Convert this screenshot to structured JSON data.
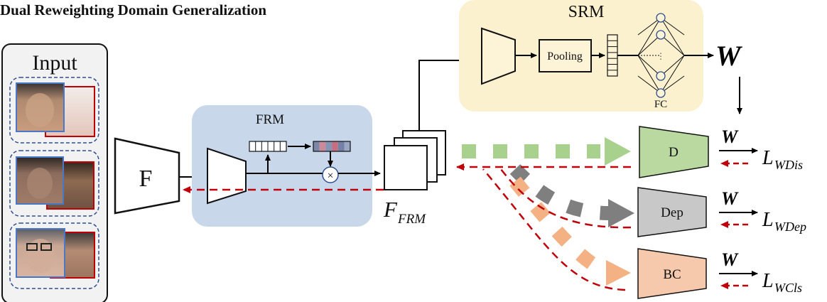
{
  "title": "Dual Reweighting Domain Generalization",
  "input": {
    "label": "Input"
  },
  "feature_extractor": {
    "label": "F"
  },
  "frm": {
    "label": "FRM",
    "multiply_symbol": "×"
  },
  "feature_output": {
    "label_main": "F",
    "label_sub": "FRM"
  },
  "srm": {
    "label": "SRM",
    "pooling_label": "Pooling",
    "fc_label": "FC",
    "output_label": "W"
  },
  "heads": [
    {
      "label": "D",
      "weight": "W",
      "loss_main": "L",
      "loss_sub": "WDis"
    },
    {
      "label": "Dep",
      "weight": "W",
      "loss_main": "L",
      "loss_sub": "WDep"
    },
    {
      "label": "BC",
      "weight": "W",
      "loss_main": "L",
      "loss_sub": "WCls"
    }
  ],
  "colors": {
    "srm_bg": "#fbf1cf",
    "frm_bg": "#c9d7ea",
    "encoder_fill": "#fdf3d6",
    "d_fill": "#b9d9a0",
    "dep_fill": "#c8c8c8",
    "bc_fill": "#f6c8ac",
    "backprop": "#c0000a",
    "arrow_green": "#a9d18e",
    "arrow_gray": "#7f7f7f",
    "arrow_peach": "#f4b183"
  }
}
